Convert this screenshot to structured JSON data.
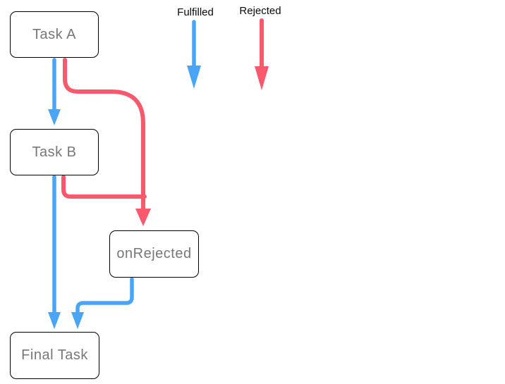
{
  "diagram": {
    "title": "promise-chain-flow",
    "nodes": [
      {
        "id": "task-a",
        "label": "Task A"
      },
      {
        "id": "task-b",
        "label": "Task B"
      },
      {
        "id": "on-rejected",
        "label": "onRejected"
      },
      {
        "id": "final-task",
        "label": "Final Task"
      }
    ],
    "legend": [
      {
        "id": "fulfilled",
        "label": "Fulfilled",
        "color": "#4AA5F7"
      },
      {
        "id": "rejected",
        "label": "Rejected",
        "color": "#F9586D"
      }
    ],
    "edges": [
      {
        "from": "Task A",
        "to": "Task B",
        "type": "fulfilled"
      },
      {
        "from": "Task A",
        "to": "onRejected",
        "type": "rejected"
      },
      {
        "from": "Task B",
        "to": "Final Task",
        "type": "fulfilled"
      },
      {
        "from": "Task B",
        "to": "onRejected",
        "type": "rejected"
      },
      {
        "from": "onRejected",
        "to": "Final Task",
        "type": "fulfilled"
      }
    ],
    "colors": {
      "fulfilled": "#4AA5F7",
      "rejected": "#F9586D",
      "node_border": "#000000",
      "node_text": "#777777",
      "legend_text": "#0a0a0a",
      "background": "#ffffff"
    }
  }
}
